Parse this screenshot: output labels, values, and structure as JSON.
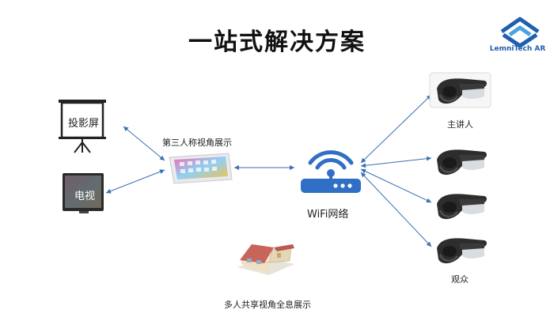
{
  "title": "一站式解决方案",
  "logo": {
    "text": "LemniTech AR",
    "color": "#1f5fae"
  },
  "devices": {
    "projector_label": "投影屏",
    "tv_label": "电视",
    "tablet_caption": "第三人称视角展示",
    "router_label": "WiFi网络",
    "presenter_label": "主讲人",
    "audience_label": "观众",
    "hologram_caption": "多人共享视角全息展示"
  },
  "colors": {
    "arrow": "#3a6fb0",
    "router": "#2f6fc6",
    "title": "#111111"
  },
  "icons": [
    "projector-screen-icon",
    "tv-icon",
    "tablet-icon",
    "wifi-router-icon",
    "vr-headset-icon",
    "house-model-icon"
  ]
}
